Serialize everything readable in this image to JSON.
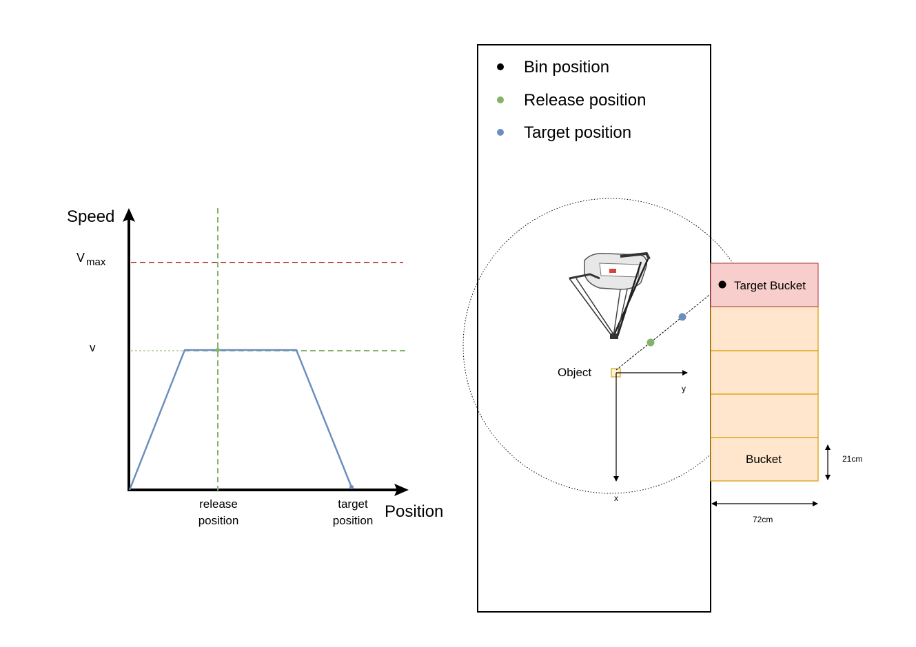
{
  "speed_chart": {
    "y_axis_label": "Speed",
    "x_axis_label": "Position",
    "vmax_label_main": "V",
    "vmax_label_sub": "max",
    "v_label": "v",
    "release_label_line1": "release",
    "release_label_line2": "position",
    "target_label_line1": "target",
    "target_label_line2": "position"
  },
  "legend": {
    "items": [
      {
        "label": "Bin position",
        "color": "#000000"
      },
      {
        "label": "Release position",
        "color": "#82b366"
      },
      {
        "label": "Target position",
        "color": "#6c8ebf"
      }
    ]
  },
  "workspace": {
    "object_label": "Object",
    "x_axis": "x",
    "y_axis": "y",
    "target_bucket_label": "Target Bucket",
    "bucket_label": "Bucket",
    "bucket_height_label": "21cm",
    "bucket_width_label": "72cm"
  },
  "colors": {
    "profile_line": "#6c8ebf",
    "vmax_line": "#b85450",
    "green_line": "#82b366",
    "bucket_fill": "#ffe6cc",
    "bucket_stroke": "#d79b00",
    "target_bucket_fill": "#f8cecc",
    "target_bucket_stroke": "#b85450",
    "object_fill": "#fff2cc",
    "object_stroke": "#d6b656"
  }
}
